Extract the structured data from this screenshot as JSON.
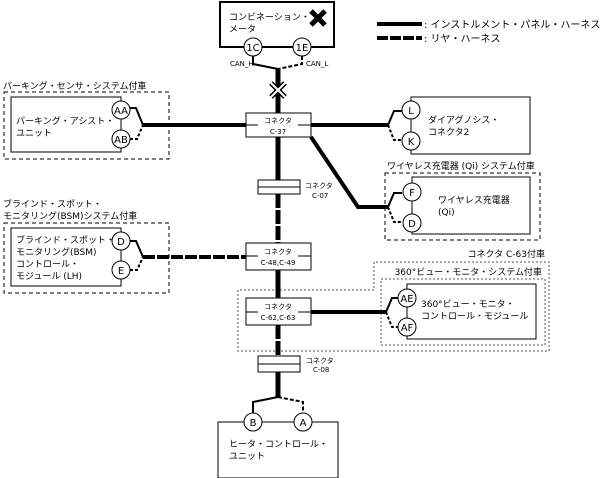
{
  "legend": {
    "solid_label": ": インストルメント・パネル・ハーネス",
    "dashed_label": ": リヤ・ハーネス"
  },
  "meter": {
    "label_line1": "コンビネーション・",
    "label_line2": "メータ",
    "status": "fault",
    "pins": [
      "1C",
      "1E"
    ],
    "signal_labels": [
      "CAN_H",
      "CAN_L"
    ]
  },
  "parking": {
    "group_label": "パーキング・センサ・システム付車",
    "unit_line1": "パーキング・アシスト・",
    "unit_line2": "ユニット",
    "pins": [
      "AA",
      "AB"
    ]
  },
  "diag": {
    "unit_line1": "ダイアグノシス・",
    "unit_line2": "コネクタ2",
    "pins": [
      "L",
      "K"
    ]
  },
  "wireless": {
    "group_label": "ワイヤレス充電器 (Qi) システム付車",
    "unit_line1": "ワイヤレス充電器",
    "unit_line2": "(Qi)",
    "pins": [
      "F",
      "D"
    ]
  },
  "bsm": {
    "group_line1": "ブラインド・スポット・",
    "group_line2": "モニタリング(BSM)システム付車",
    "unit_line1": "ブラインド・スポット・",
    "unit_line2": "モニタリング(BSM)",
    "unit_line3": "コントロール・",
    "unit_line4": "モジュール (LH)",
    "pins": [
      "D",
      "E"
    ]
  },
  "avm": {
    "outer_group_label": "コネクタ C-63付車",
    "group_label": "360°ビュー・モニタ・システム付車",
    "unit_line1": "360°ビュー・モニタ・",
    "unit_line2": "コントロール・モジュール",
    "pins": [
      "AE",
      "AF"
    ]
  },
  "heater": {
    "unit_line1": "ヒータ・コントロール・",
    "unit_line2": "ユニット",
    "pins": [
      "B",
      "A"
    ]
  },
  "connectors": {
    "c37": {
      "title": "コネクタ",
      "id": "C-37"
    },
    "c07": {
      "title": "コネクタ",
      "id": "C-07"
    },
    "c48": {
      "title": "コネクタ",
      "id": "C-48,C-49"
    },
    "c62": {
      "title": "コネクタ",
      "id": "C-62,C-63"
    },
    "c08": {
      "title": "コネクタ",
      "id": "C-08"
    }
  }
}
